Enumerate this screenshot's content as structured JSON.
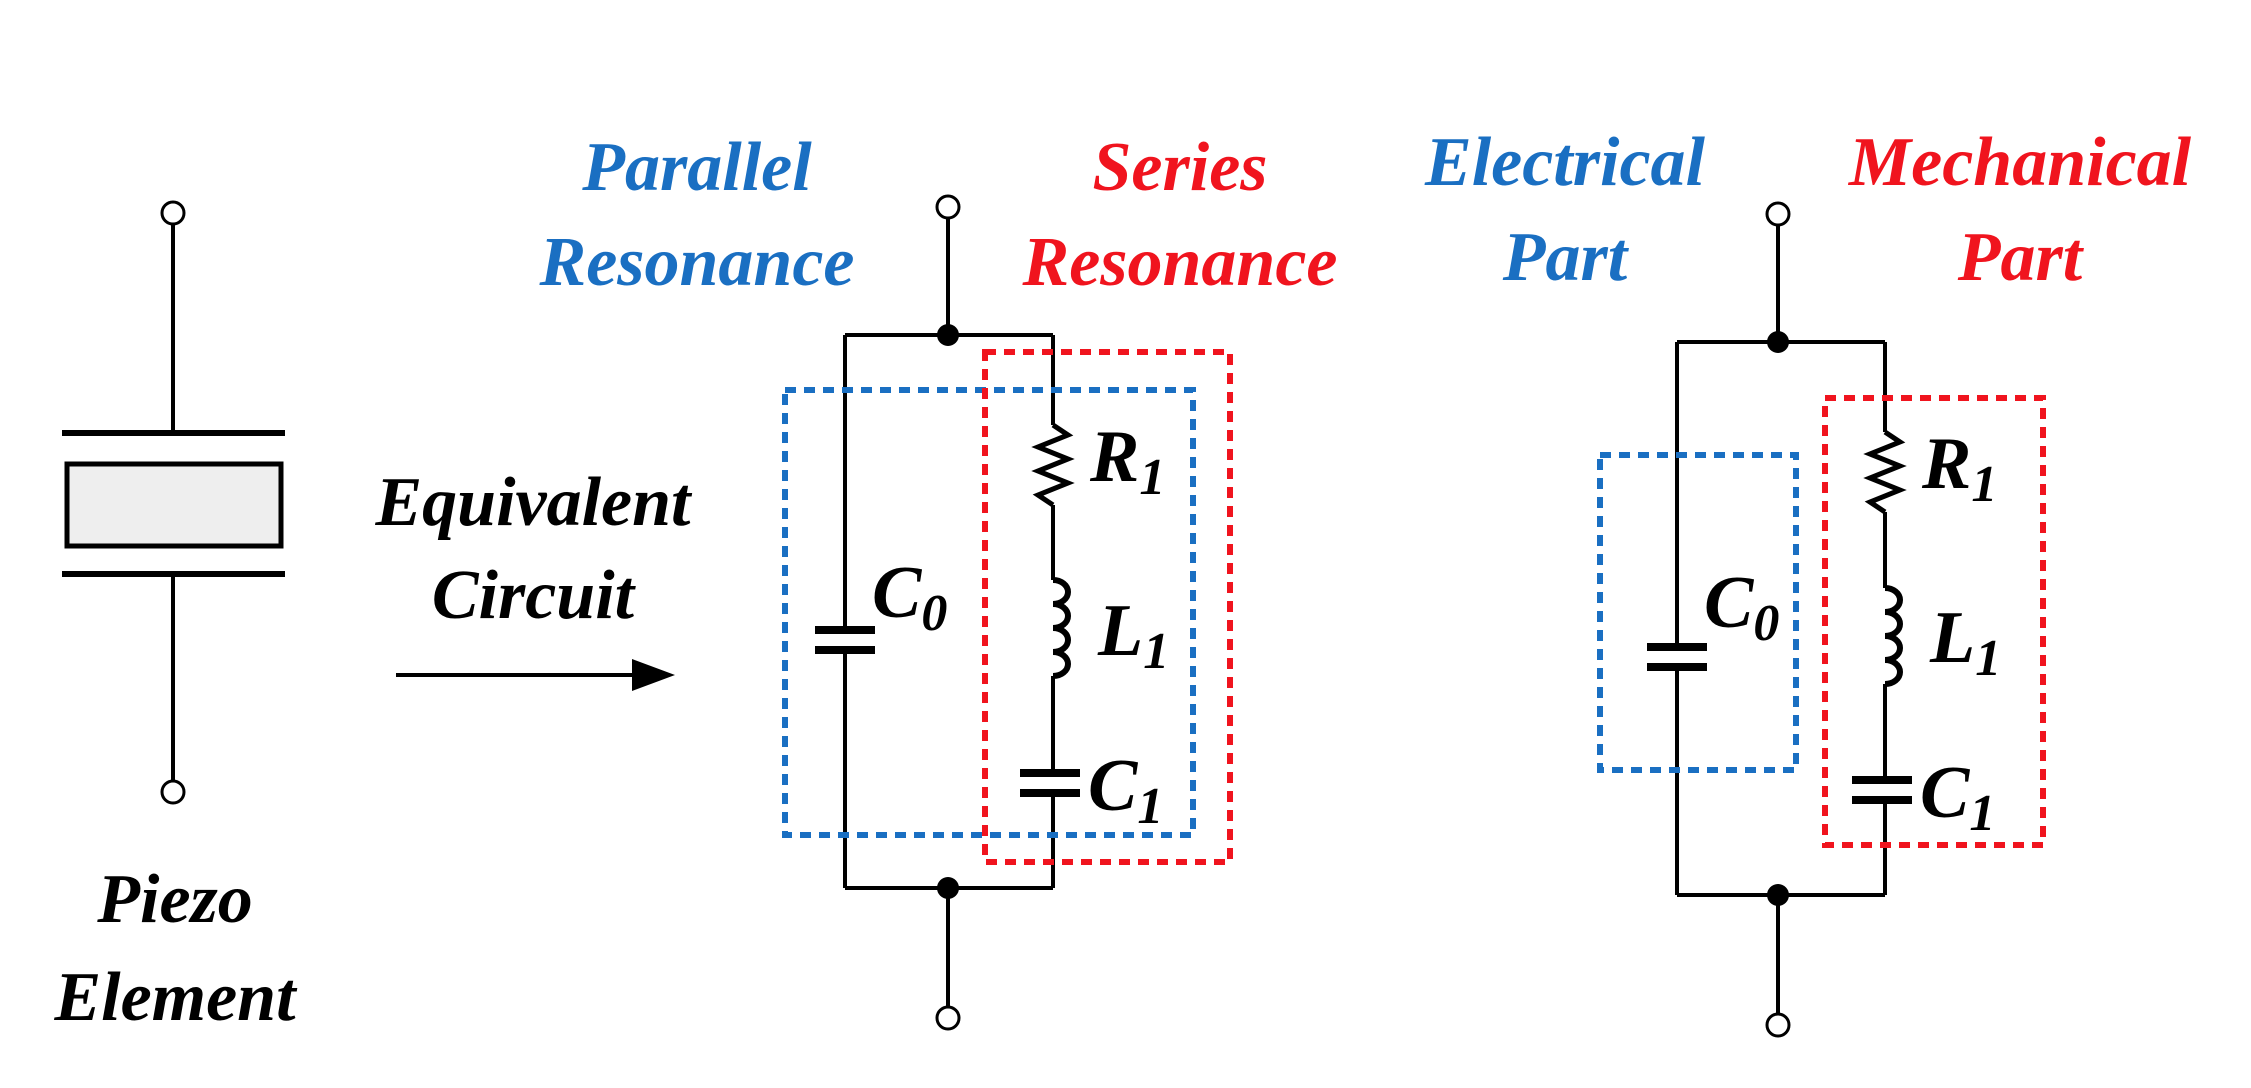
{
  "colors": {
    "wire": "#000000",
    "electrical": "#1a6fc2",
    "mechanical": "#f0141e",
    "element_fill": "#eeeeee",
    "background": "#ffffff"
  },
  "piezo": {
    "label_line1": "Piezo",
    "label_line2": "Element"
  },
  "arrow": {
    "label_line1": "Equivalent",
    "label_line2": "Circuit"
  },
  "circuit1": {
    "parallel_line1": "Parallel",
    "parallel_line2": "Resonance",
    "series_line1": "Series",
    "series_line2": "Resonance",
    "r1_main": "R",
    "r1_sub": "1",
    "l1_main": "L",
    "l1_sub": "1",
    "c1_main": "C",
    "c1_sub": "1",
    "c0_main": "C",
    "c0_sub": "0"
  },
  "circuit2": {
    "electrical_line1": "Electrical",
    "electrical_line2": "Part",
    "mechanical_line1": "Mechanical",
    "mechanical_line2": "Part",
    "r1_main": "R",
    "r1_sub": "1",
    "l1_main": "L",
    "l1_sub": "1",
    "c1_main": "C",
    "c1_sub": "1",
    "c0_main": "C",
    "c0_sub": "0"
  }
}
